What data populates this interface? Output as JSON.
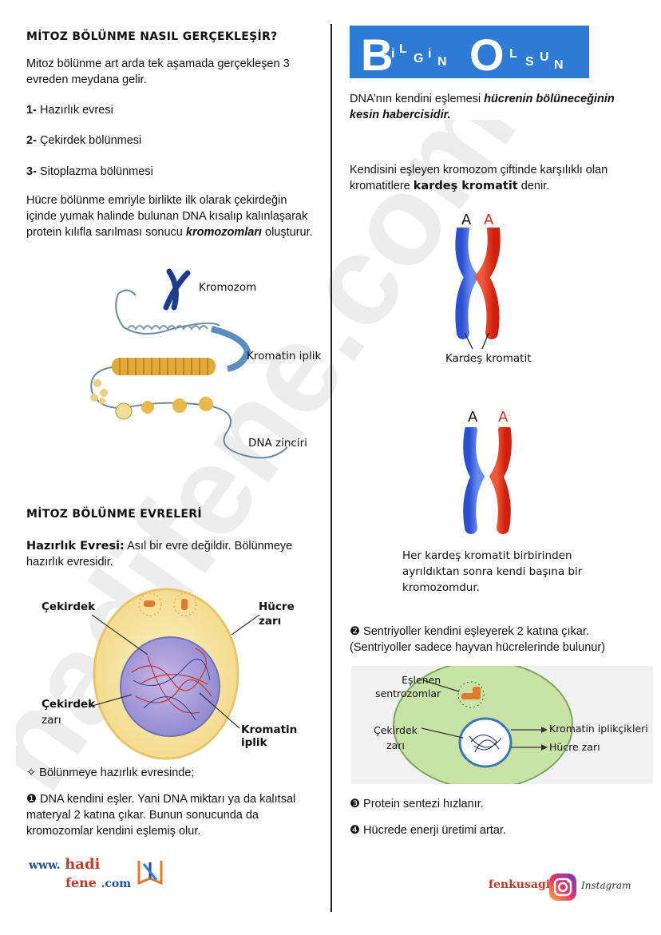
{
  "left": {
    "title1": "MİTOZ BÖLÜNME NASIL GERÇEKLEŞİR?",
    "intro": "Mitoz bölünme art arda tek aşamada gerçekleşen 3 evreden meydana gelir.",
    "steps": [
      {
        "num": "1-",
        "text": "Hazırlık evresi"
      },
      {
        "num": "2-",
        "text": "Çekirdek bölünmesi"
      },
      {
        "num": "3-",
        "text": "Sitoplazma bölünmesi"
      }
    ],
    "para_a": "Hücre bölünme emriyle birlikte ilk olarak çekirdeğin içinde yumak halinde bulunan DNA kısalıp kalınlaşarak protein kılıfla sarılması sonucu",
    "para_a_bold": "kromozomları",
    "para_a_end": "oluşturur.",
    "fig1": {
      "kromozom": "Kromozom",
      "kromatin": "Kromatin iplik",
      "dna": "DNA zinciri"
    },
    "title2": "MİTOZ BÖLÜNME EVRELERİ",
    "hazirlik_bold": "Hazırlık Evresi:",
    "hazirlik_text": "Asıl bir evre değildir. Bölünmeye hazırlık evresidir.",
    "fig2": {
      "cekirdek": "Çekirdek",
      "hucre_zari_1": "Hücre",
      "hucre_zari_2": "zarı",
      "cekirdek_zari_1": "Çekirdek",
      "cekirdek_zari_2": "zarı",
      "kromatin_1": "Kromatin",
      "kromatin_2": "iplik"
    },
    "prep_head": "✧ Bölünmeye hazırlık evresinde;",
    "item1_num": "❶",
    "item1": "DNA kendini eşler. Yani DNA miktarı ya da kalıtsal materyal 2 katına çıkar. Bunun sonucunda da kromozomlar kendini eşlemiş olur.",
    "logo": {
      "www": "www.",
      "hadi": "hadi",
      "fene": "fene",
      "com": ".com"
    }
  },
  "right": {
    "banner": {
      "b": "B",
      "ilgin": [
        "i",
        "L",
        "G",
        "i",
        "N"
      ],
      "o": "O",
      "lsun": [
        "L",
        "S",
        "U",
        "N"
      ]
    },
    "dna_note": "DNA’nın kendini eşlemesi",
    "dna_note_bold": "hücrenin bölüneceğinin kesin habercisidir.",
    "kardes_a": "Kendisini eşleyen kromozom çiftinde karşılıklı olan kromatitlere",
    "kardes_bold": "kardeş kromatit",
    "kardes_b": "denir.",
    "chrom_labels": [
      "A",
      "A"
    ],
    "kardes_label": "Kardeş kromatit",
    "chrom_labels2": [
      "A",
      "A"
    ],
    "sep_note": "Her kardeş kromatit birbirinden ayrıldıktan sonra kendi başına bir kromozomdur.",
    "item2_num": "❷",
    "item2": "Sentriyoller kendini eşleyerek 2 katına çıkar. (Sentriyoller sadece hayvan hücrelerinde bulunur)",
    "fig3": {
      "eslenen_1": "Eşlenen",
      "eslenen_2": "sentrozomlar",
      "cekirdek_1": "Çekirdek",
      "cekirdek_2": "zarı",
      "kromatin": "Kromatin iplikçikleri",
      "hucre": "Hücre zarı"
    },
    "item3_num": "❸",
    "item3": "Protein sentezi hızlanır.",
    "item4_num": "❹",
    "item4": "Hücrede enerji üretimi artar.",
    "footer": {
      "brand": "fenkusagi",
      "insta": "Instagram"
    }
  },
  "watermark": "hadifene.com"
}
